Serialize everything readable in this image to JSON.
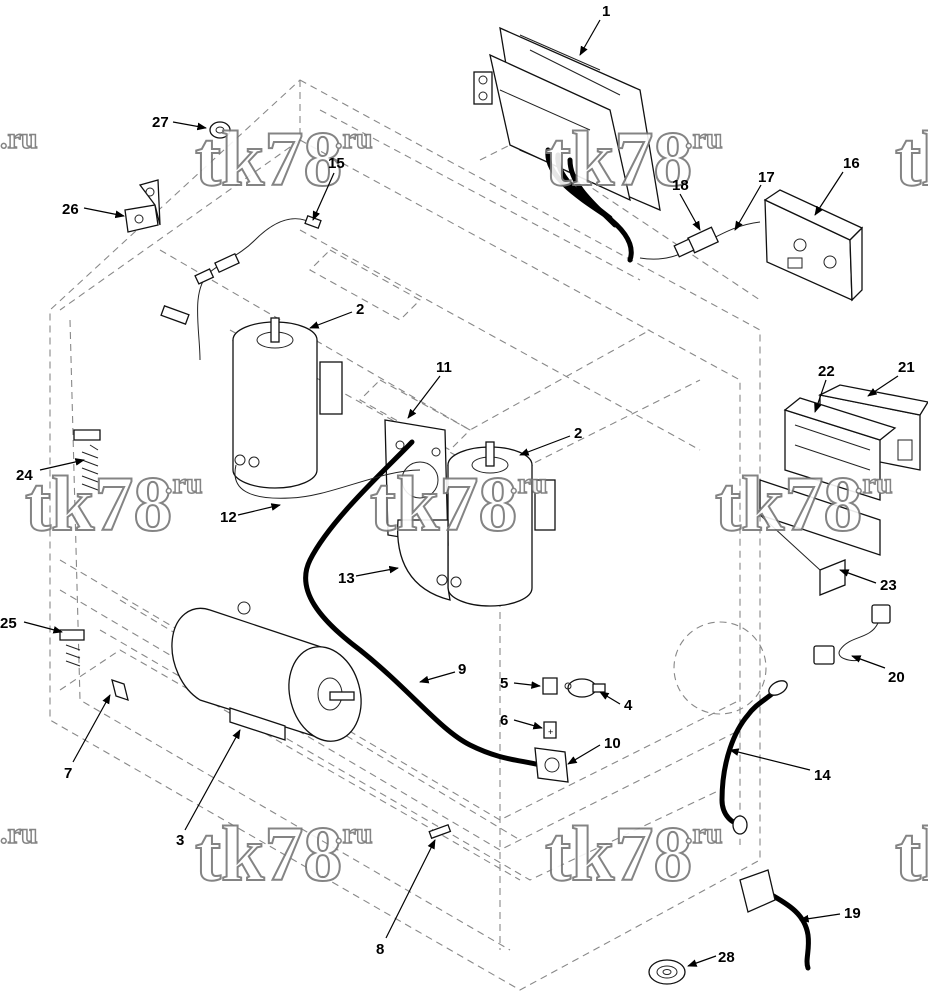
{
  "watermark": {
    "main": "tk78",
    "suffix": ".ru"
  },
  "callouts": [
    "1",
    "2",
    "2",
    "3",
    "4",
    "5",
    "6",
    "7",
    "8",
    "9",
    "10",
    "11",
    "12",
    "13",
    "14",
    "15",
    "16",
    "17",
    "18",
    "19",
    "20",
    "21",
    "22",
    "23",
    "24",
    "25",
    "26",
    "27",
    "28"
  ]
}
